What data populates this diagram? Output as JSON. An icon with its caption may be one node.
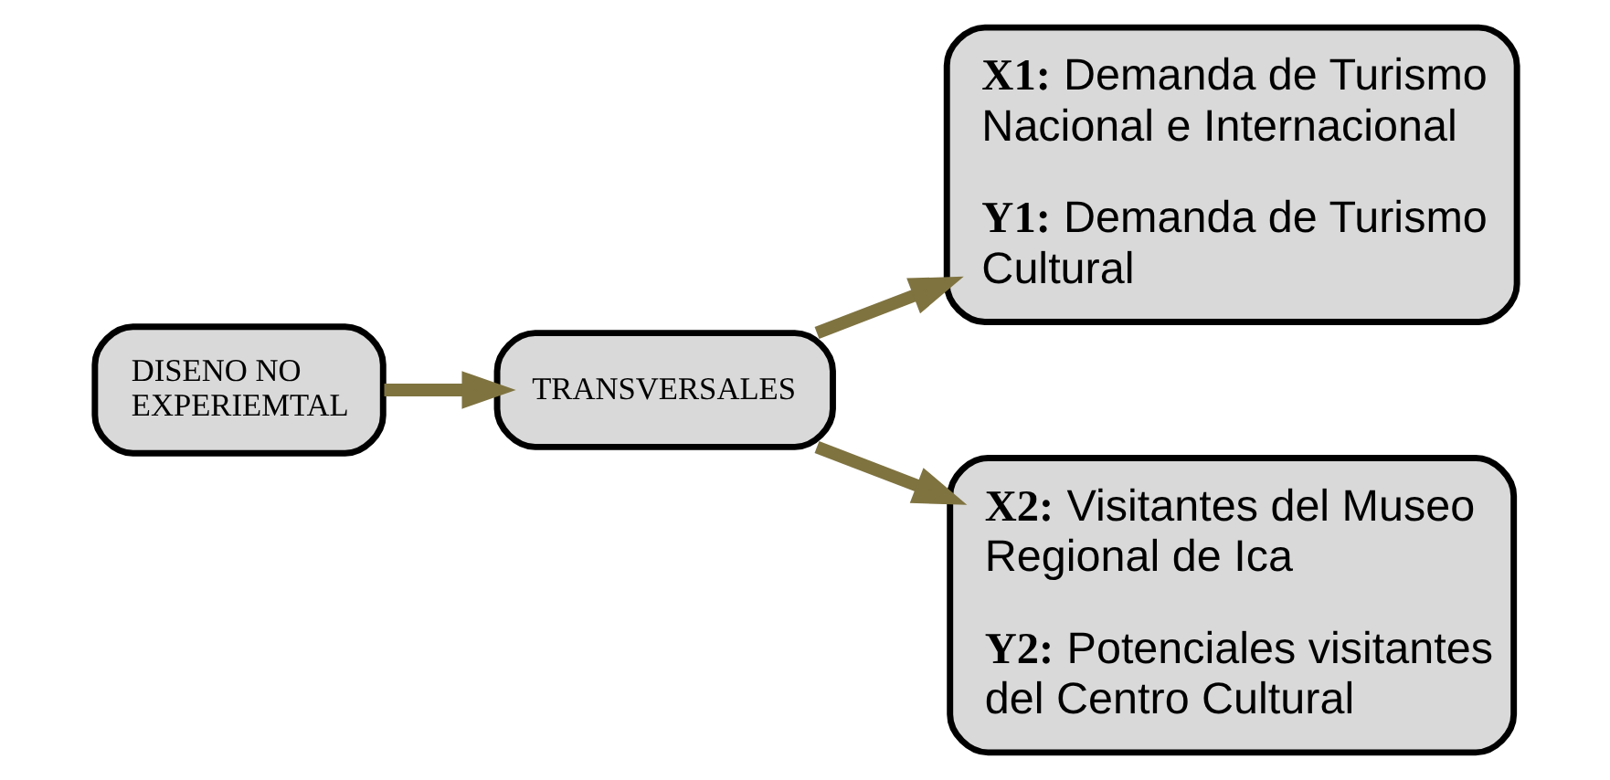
{
  "diagram": {
    "nodes": [
      {
        "text": [
          "DISENO NO EXPERIEMTAL"
        ]
      },
      {
        "text": [
          "TRANSVERSALES"
        ]
      },
      {
        "text": [
          "**X1:** Demanda de Turismo Nacional e Internacional",
          "**Y1:** Demanda de Turismo Cultural"
        ]
      },
      {
        "text": [
          "**X2:** Visitantes del Museo Regional de Ica",
          "**Y2:** Potenciales visitantes del Centro Cultural"
        ]
      }
    ],
    "edges": [
      {
        "from": 0,
        "to": 1,
        "arrow": "to"
      },
      {
        "from": 1,
        "to": 2,
        "arrow": "to"
      },
      {
        "from": 1,
        "to": 3,
        "arrow": "to"
      }
    ]
  }
}
